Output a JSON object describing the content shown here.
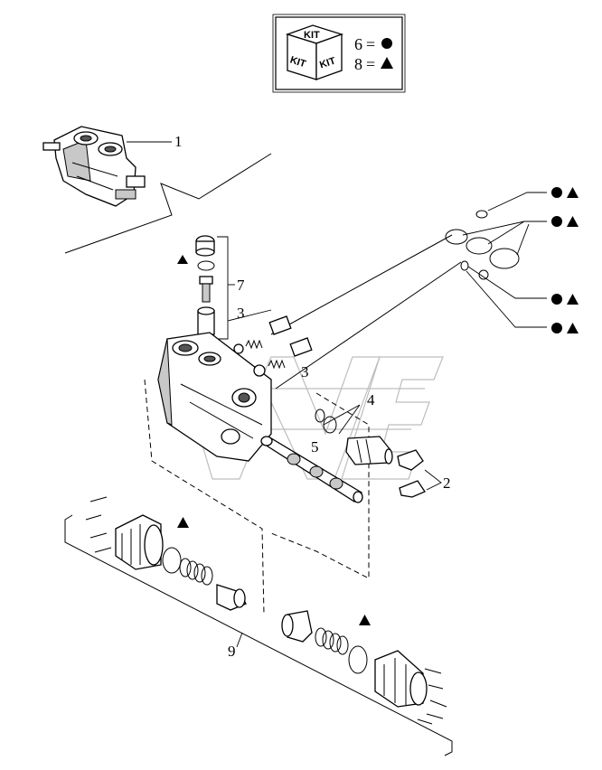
{
  "legend": {
    "cube_text": "KIT",
    "row1_number": "6",
    "row1_eq": "=",
    "row2_number": "8",
    "row2_eq": "="
  },
  "symbols": {
    "circle": "filled-circle",
    "triangle": "filled-triangle",
    "color": "#000000"
  },
  "callouts": {
    "c1": "1",
    "c2": "2",
    "c3a": "3",
    "c3b": "3",
    "c4": "4",
    "c5": "5",
    "c7": "7",
    "c9": "9"
  },
  "watermark": {
    "color": "#bdbdbd"
  }
}
